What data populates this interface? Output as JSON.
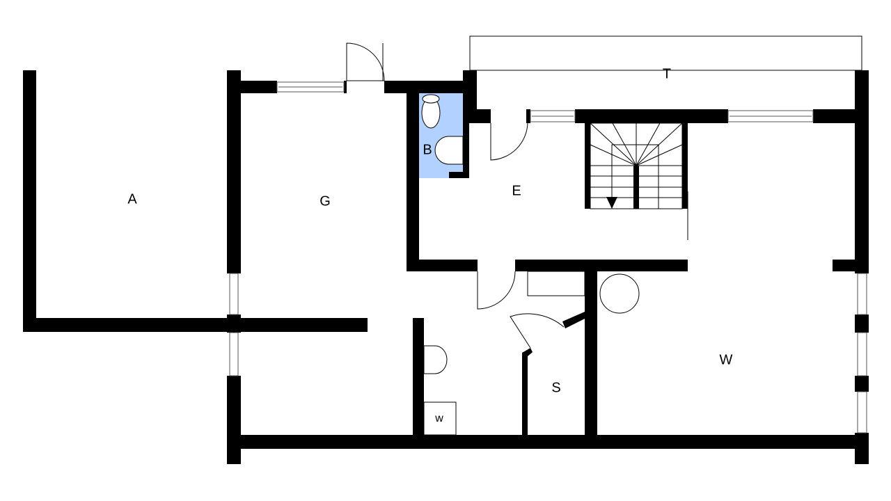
{
  "plan": {
    "rooms": [
      {
        "id": "A",
        "label": "A"
      },
      {
        "id": "G",
        "label": "G"
      },
      {
        "id": "B",
        "label": "B"
      },
      {
        "id": "E",
        "label": "E"
      },
      {
        "id": "T",
        "label": "T"
      },
      {
        "id": "W",
        "label": "W"
      },
      {
        "id": "S",
        "label": "S"
      },
      {
        "id": "w",
        "label": "w"
      }
    ],
    "colors": {
      "bathroom_fill": "#b3d1ff",
      "wall": "#000000"
    }
  }
}
